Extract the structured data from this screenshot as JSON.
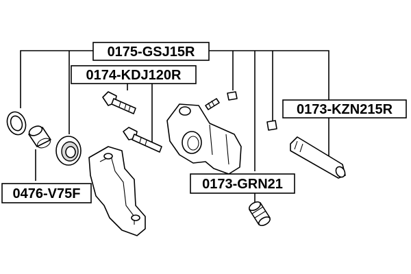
{
  "labels": {
    "kit_main": "0175-GSJ15R",
    "guide_bolt": "0174-KDJ120R",
    "guide_pin_kzn": "0173-KZN215R",
    "piston_seal": "0476-V75F",
    "guide_pin_grn": "0173-GRN21"
  },
  "colors": {
    "ink": "#000000",
    "background": "#ffffff"
  },
  "icons": [
    "caliper-piston-ring",
    "piston",
    "dust-boot",
    "guide-bolt",
    "caliper-body",
    "caliper-bracket",
    "bleeder-valve",
    "cap",
    "guide-pin",
    "pin-boot"
  ]
}
